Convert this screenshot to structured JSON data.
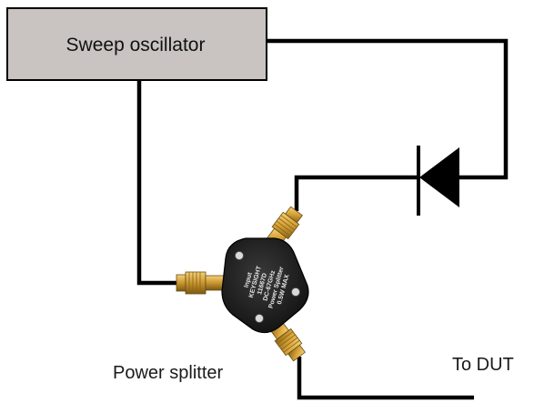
{
  "oscillator": {
    "label": "Sweep oscillator",
    "fill": "#c9c4c1"
  },
  "splitter": {
    "caption": "Power splitter",
    "device_text": [
      "Input",
      "KEYSIGHT",
      "11667D",
      "DC-67GHz",
      "Power Splitter",
      "0.5W MAX"
    ]
  },
  "output": {
    "label": "To DUT"
  },
  "colors": {
    "wire": "#000000",
    "connector_gold": "#d9a53a",
    "body": "#1c1c1c"
  }
}
